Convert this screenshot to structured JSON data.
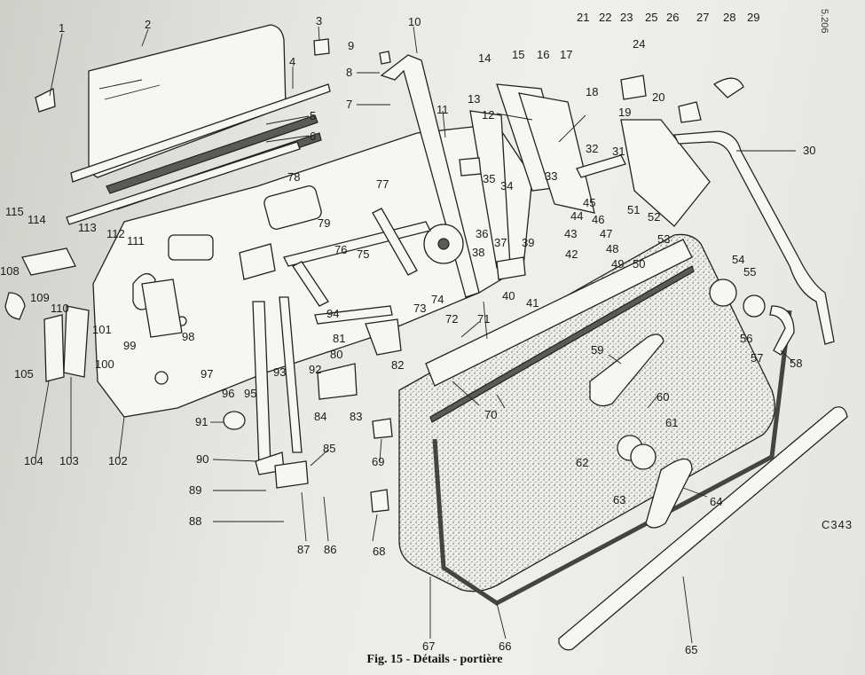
{
  "caption": "Fig. 15 - Détails - portière",
  "page_number": "5.206",
  "drawing_code": "C343",
  "callouts": [
    {
      "n": "1"
    },
    {
      "n": "2"
    },
    {
      "n": "3"
    },
    {
      "n": "4"
    },
    {
      "n": "5"
    },
    {
      "n": "6"
    },
    {
      "n": "7"
    },
    {
      "n": "8"
    },
    {
      "n": "9"
    },
    {
      "n": "10"
    },
    {
      "n": "11"
    },
    {
      "n": "12"
    },
    {
      "n": "13"
    },
    {
      "n": "14"
    },
    {
      "n": "15"
    },
    {
      "n": "16"
    },
    {
      "n": "17"
    },
    {
      "n": "18"
    },
    {
      "n": "19"
    },
    {
      "n": "20"
    },
    {
      "n": "21"
    },
    {
      "n": "22"
    },
    {
      "n": "23"
    },
    {
      "n": "24"
    },
    {
      "n": "25"
    },
    {
      "n": "26"
    },
    {
      "n": "27"
    },
    {
      "n": "28"
    },
    {
      "n": "29"
    },
    {
      "n": "30"
    },
    {
      "n": "31"
    },
    {
      "n": "32"
    },
    {
      "n": "33"
    },
    {
      "n": "34"
    },
    {
      "n": "35"
    },
    {
      "n": "36"
    },
    {
      "n": "37"
    },
    {
      "n": "38"
    },
    {
      "n": "39"
    },
    {
      "n": "40"
    },
    {
      "n": "41"
    },
    {
      "n": "42"
    },
    {
      "n": "43"
    },
    {
      "n": "44"
    },
    {
      "n": "45"
    },
    {
      "n": "46"
    },
    {
      "n": "47"
    },
    {
      "n": "48"
    },
    {
      "n": "49"
    },
    {
      "n": "50"
    },
    {
      "n": "51"
    },
    {
      "n": "52"
    },
    {
      "n": "53"
    },
    {
      "n": "54"
    },
    {
      "n": "55"
    },
    {
      "n": "56"
    },
    {
      "n": "57"
    },
    {
      "n": "58"
    },
    {
      "n": "59"
    },
    {
      "n": "60"
    },
    {
      "n": "61"
    },
    {
      "n": "62"
    },
    {
      "n": "63"
    },
    {
      "n": "64"
    },
    {
      "n": "65"
    },
    {
      "n": "66"
    },
    {
      "n": "67"
    },
    {
      "n": "68"
    },
    {
      "n": "69"
    },
    {
      "n": "70"
    },
    {
      "n": "71"
    },
    {
      "n": "72"
    },
    {
      "n": "73"
    },
    {
      "n": "74"
    },
    {
      "n": "75"
    },
    {
      "n": "76"
    },
    {
      "n": "77"
    },
    {
      "n": "78"
    },
    {
      "n": "79"
    },
    {
      "n": "80"
    },
    {
      "n": "81"
    },
    {
      "n": "82"
    },
    {
      "n": "83"
    },
    {
      "n": "84"
    },
    {
      "n": "85"
    },
    {
      "n": "86"
    },
    {
      "n": "87"
    },
    {
      "n": "88"
    },
    {
      "n": "89"
    },
    {
      "n": "90"
    },
    {
      "n": "91"
    },
    {
      "n": "92"
    },
    {
      "n": "93"
    },
    {
      "n": "94"
    },
    {
      "n": "95"
    },
    {
      "n": "96"
    },
    {
      "n": "97"
    },
    {
      "n": "98"
    },
    {
      "n": "99"
    },
    {
      "n": "100"
    },
    {
      "n": "101"
    },
    {
      "n": "102"
    },
    {
      "n": "103"
    },
    {
      "n": "104"
    },
    {
      "n": "105"
    },
    {
      "n": "108"
    },
    {
      "n": "109"
    },
    {
      "n": "110"
    },
    {
      "n": "111"
    },
    {
      "n": "112"
    },
    {
      "n": "113"
    },
    {
      "n": "114"
    },
    {
      "n": "115"
    }
  ]
}
